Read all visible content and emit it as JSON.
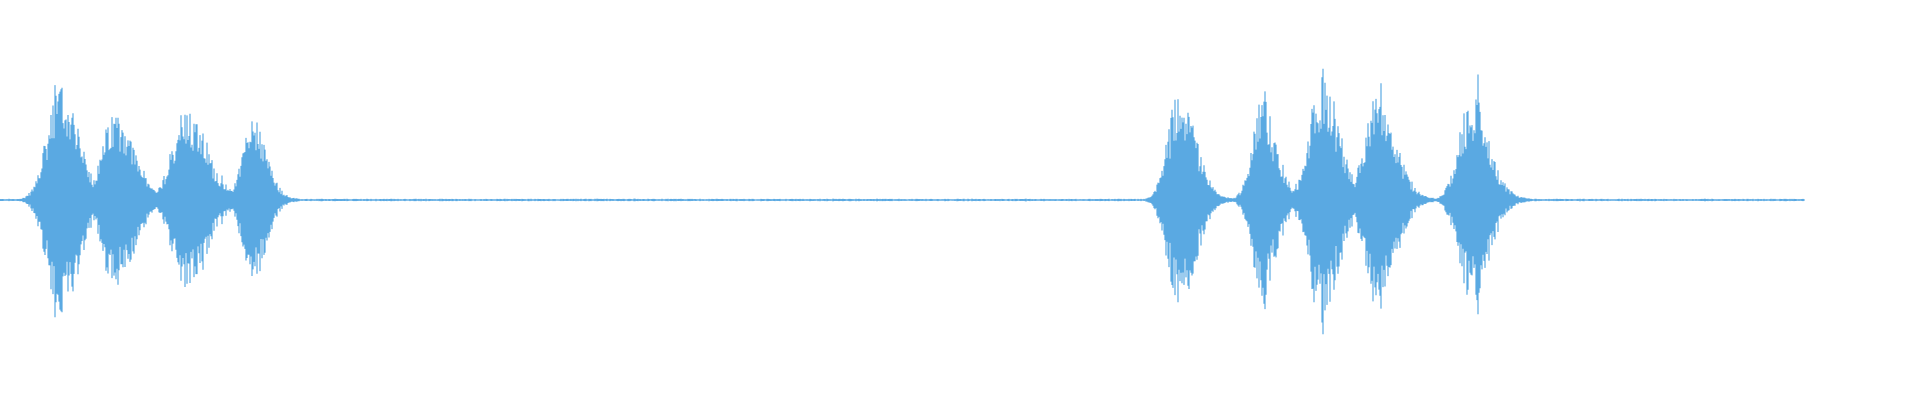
{
  "waveform": {
    "color": "#5aa9e2",
    "background": "#ffffff",
    "duration_fraction_drawn": 0.94,
    "bursts": [
      {
        "center": 0.031,
        "width": 0.017,
        "peak": 0.58
      },
      {
        "center": 0.06,
        "width": 0.017,
        "peak": 0.45
      },
      {
        "center": 0.097,
        "width": 0.018,
        "peak": 0.49
      },
      {
        "center": 0.131,
        "width": 0.013,
        "peak": 0.42
      },
      {
        "center": 0.614,
        "width": 0.015,
        "peak": 0.55
      },
      {
        "center": 0.657,
        "width": 0.013,
        "peak": 0.5
      },
      {
        "center": 0.688,
        "width": 0.016,
        "peak": 0.62
      },
      {
        "center": 0.717,
        "width": 0.016,
        "peak": 0.58
      },
      {
        "center": 0.766,
        "width": 0.016,
        "peak": 0.52
      }
    ],
    "noise_floor": 0.006
  }
}
